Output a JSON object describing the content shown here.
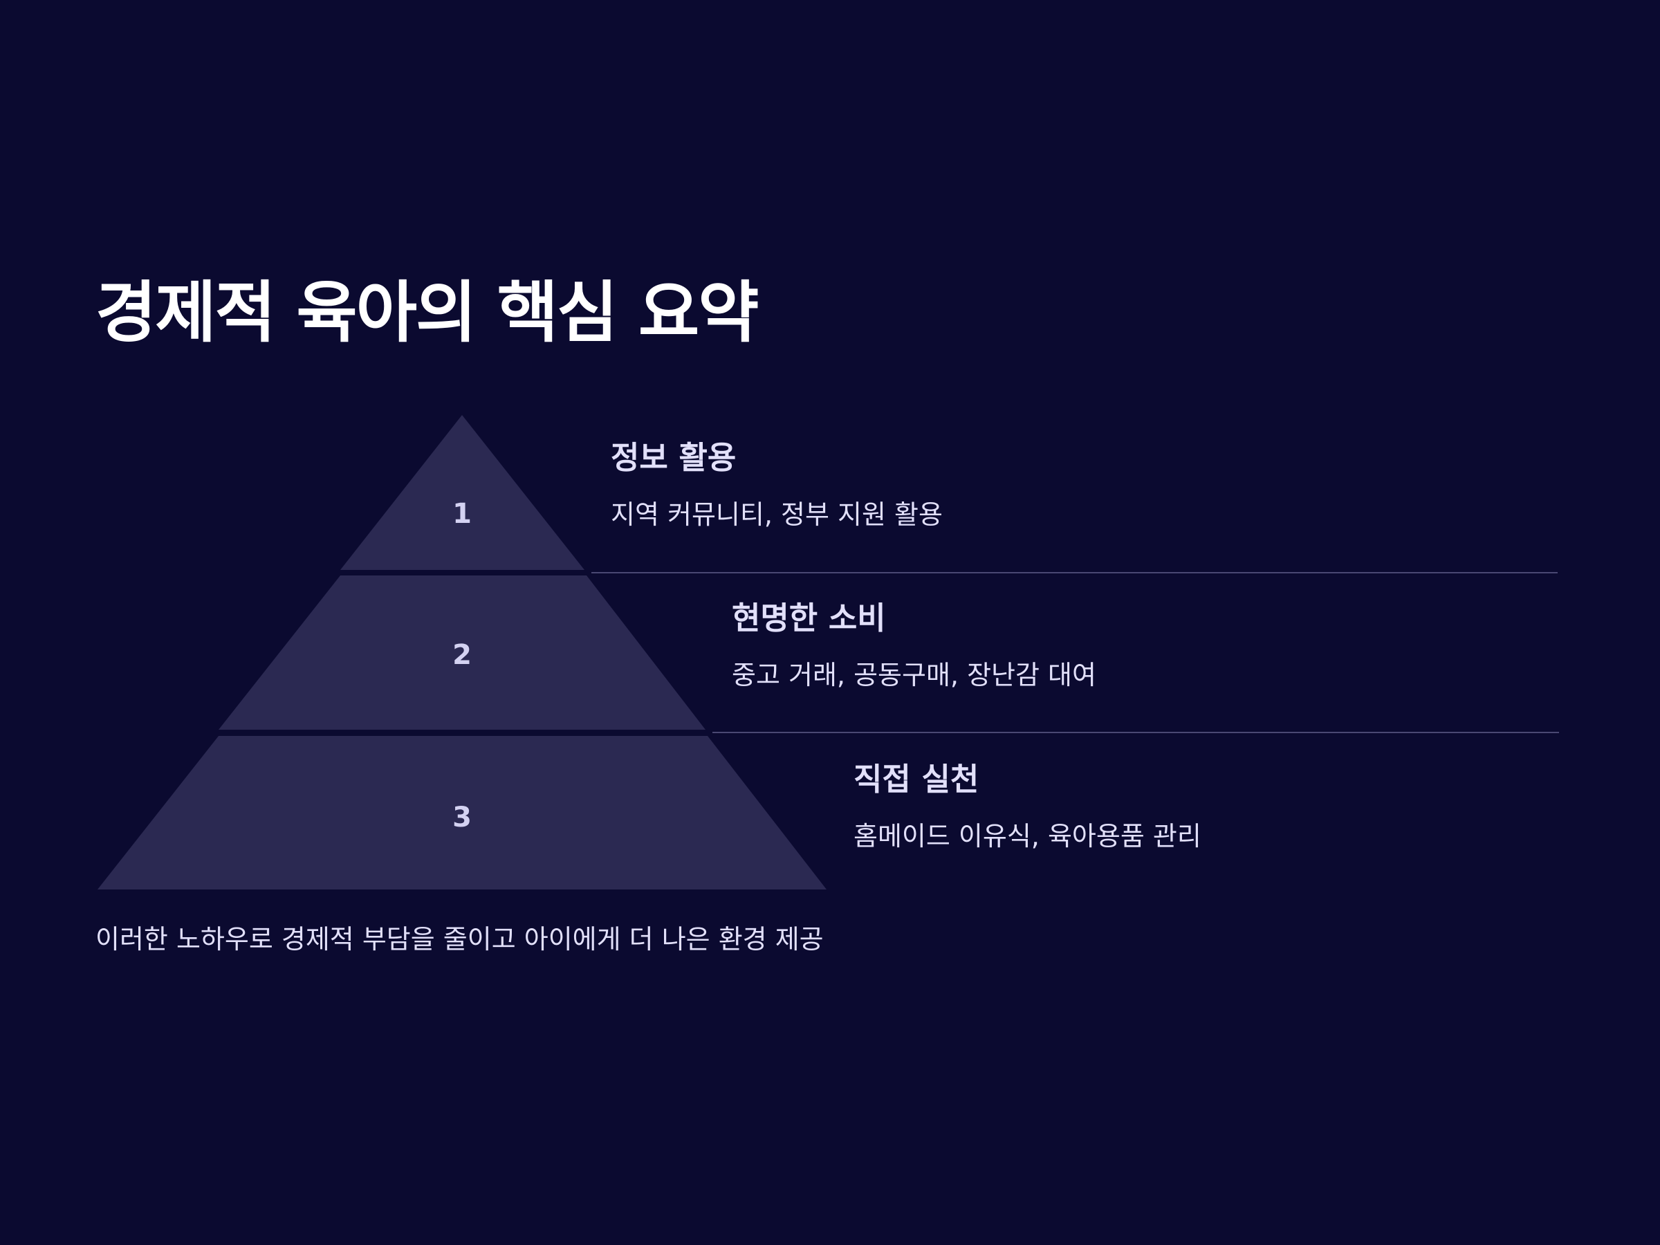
{
  "title": "경제적 육아의 핵심 요약",
  "pyramid": {
    "tiers": [
      {
        "number": "1",
        "title": "정보 활용",
        "description": "지역 커뮤니티, 정부 지원 활용"
      },
      {
        "number": "2",
        "title": "현명한 소비",
        "description": "중고 거래, 공동구매, 장난감 대여"
      },
      {
        "number": "3",
        "title": "직접 실천",
        "description": "홈메이드 이유식, 육아용품 관리"
      }
    ]
  },
  "footer": "이러한 노하우로 경제적 부담을 줄이고 아이에게 더 나은 환경 제공",
  "colors": {
    "background": "#0b0a30",
    "tier_fill": "#2b2952",
    "divider": "#4a4873",
    "text": "#e2e0fa"
  }
}
